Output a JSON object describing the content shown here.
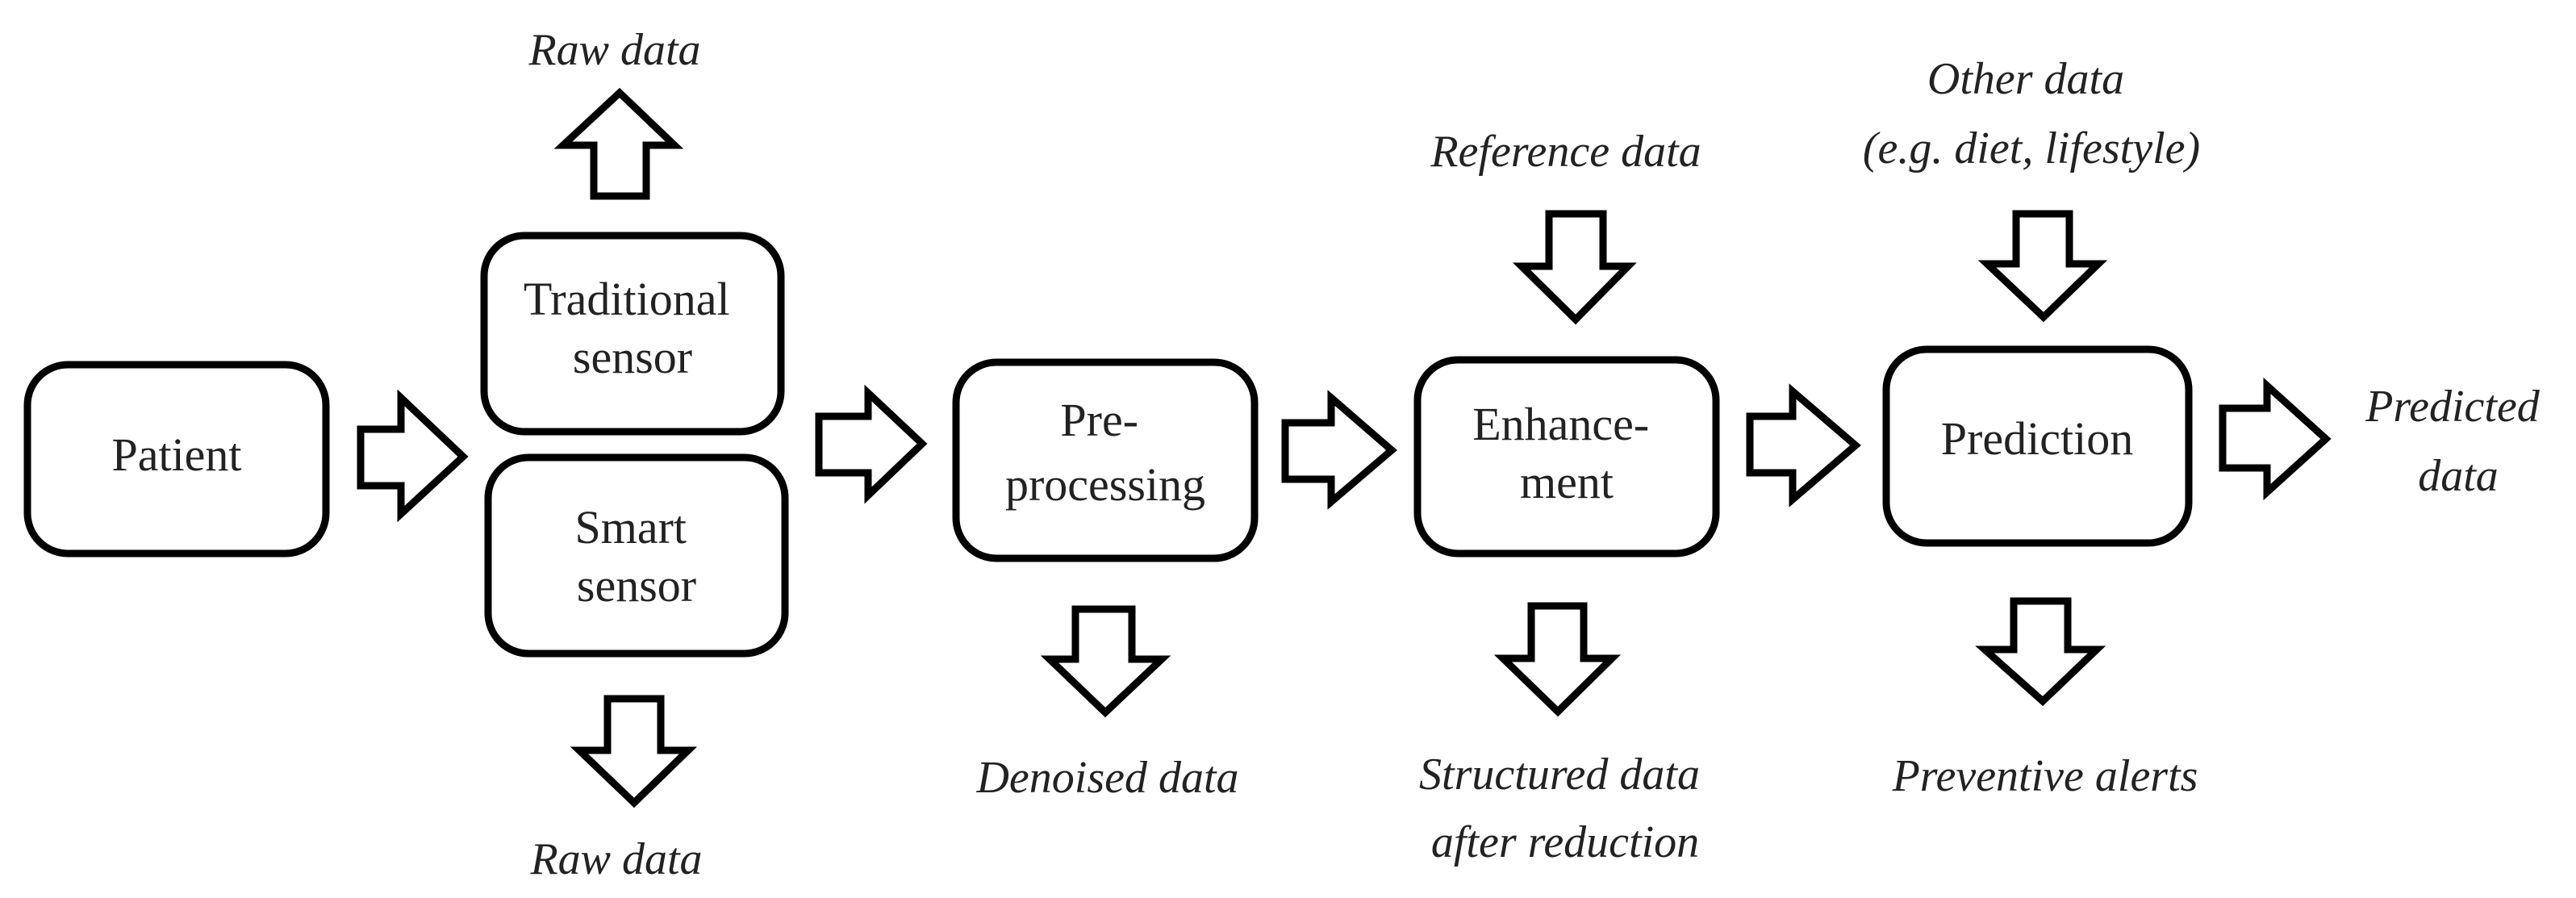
{
  "boxes": {
    "patient": [
      "Patient"
    ],
    "traditional_sensor": [
      "Traditional",
      "sensor"
    ],
    "smart_sensor": [
      "Smart",
      "sensor"
    ],
    "preprocessing": [
      "Pre-",
      "processing"
    ],
    "enhancement": [
      "Enhance-",
      "ment"
    ],
    "prediction": [
      "Prediction"
    ]
  },
  "labels": {
    "raw_data_top": [
      "Raw data"
    ],
    "raw_data_bottom": [
      "Raw data"
    ],
    "reference_data": [
      "Reference data"
    ],
    "other_data": [
      "Other data",
      "(e.g. diet, lifestyle)"
    ],
    "predicted_data": [
      "Predicted",
      "data"
    ],
    "denoised_data": [
      "Denoised data"
    ],
    "structured_data": [
      "Structured data",
      "after reduction"
    ],
    "preventive_alerts": [
      "Preventive alerts"
    ]
  }
}
